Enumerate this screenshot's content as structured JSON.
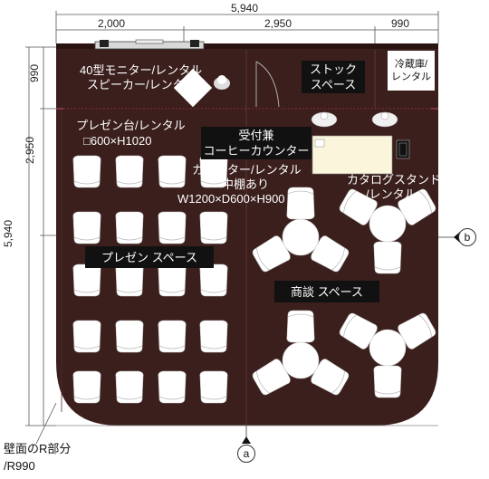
{
  "dimensions": {
    "total_width": "5,940",
    "seg_left": "2,000",
    "seg_mid": "2,950",
    "seg_right": "990",
    "total_depth": "5,940",
    "depth_mid": "2,950",
    "depth_top": "990"
  },
  "labels": {
    "monitor": "40型モニター/レンタル",
    "speaker": "スピーカー/レンタル",
    "stock": [
      "ストック",
      "スペース"
    ],
    "fridge": [
      "冷蔵庫/",
      "レンタル"
    ],
    "presen_table_1": "プレゼン台/レンタル",
    "presen_table_2": "□600×H1020",
    "reception": [
      "受付兼",
      "コーヒーカウンター"
    ],
    "counter_1": "カウンター/レンタル",
    "counter_2": "中棚あり",
    "counter_3": "W1200×D600×H900",
    "catalog": [
      "カタログスタンド",
      "/レンタル"
    ],
    "presen_space": "プレゼン スペース",
    "meeting_space": "商談 スペース",
    "wall_note_1": "壁面のR部分",
    "wall_note_2": "/R990"
  },
  "markers": {
    "a": "a",
    "b": "b"
  },
  "colors": {
    "floor": "#3a1f1c",
    "text_on_floor": "#ffffff",
    "dark_label": "#111111"
  }
}
